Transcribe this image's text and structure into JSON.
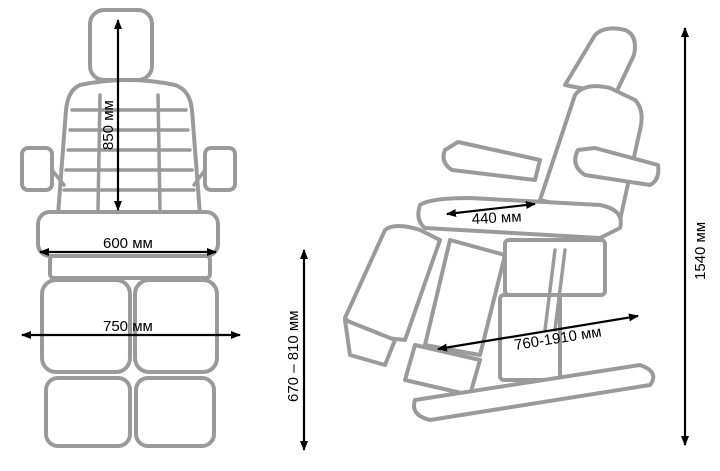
{
  "dimensions": {
    "backrest_height": "850 мм",
    "seat_width_front": "600 мм",
    "leg_section_width": "750 мм",
    "seat_height_range": "670 – 810 мм",
    "seat_width_side": "440 мм",
    "length_range": "760-1910 мм",
    "total_height": "1540 мм"
  },
  "colors": {
    "outline": "#9a9a9a",
    "arrows": "#000000"
  }
}
